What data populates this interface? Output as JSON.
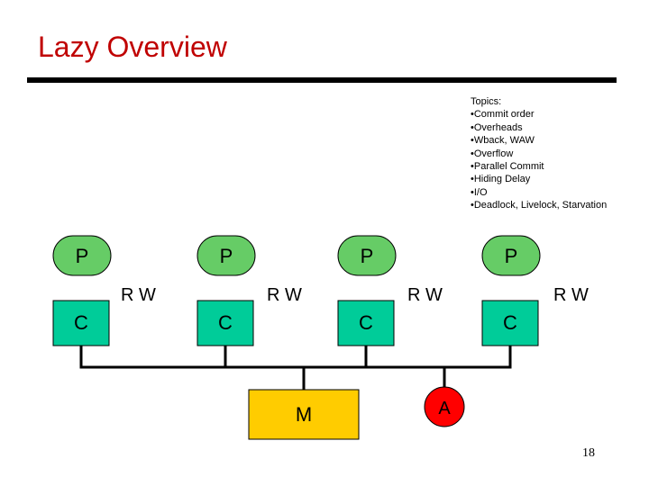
{
  "title": "Lazy Overview",
  "topics": {
    "heading": "Topics:",
    "items": [
      "Commit order",
      "Overheads",
      "Wback, WAW",
      "Overflow",
      "Parallel Commit",
      "Hiding Delay",
      "I/O",
      "Deadlock, Livelock, Starvation"
    ]
  },
  "processors": [
    "P",
    "P",
    "P",
    "P"
  ],
  "caches": [
    "C",
    "C",
    "C",
    "C"
  ],
  "rw_labels": [
    "R W",
    "R W",
    "R W",
    "R W"
  ],
  "memory": "M",
  "arbiter": "A",
  "page_number": "18",
  "colors": {
    "title": "#c00000",
    "proc_fill": "#66cc66",
    "cache_fill": "#00cc99",
    "memory_fill": "#ffcc00",
    "arbiter_fill": "#ff0000"
  }
}
